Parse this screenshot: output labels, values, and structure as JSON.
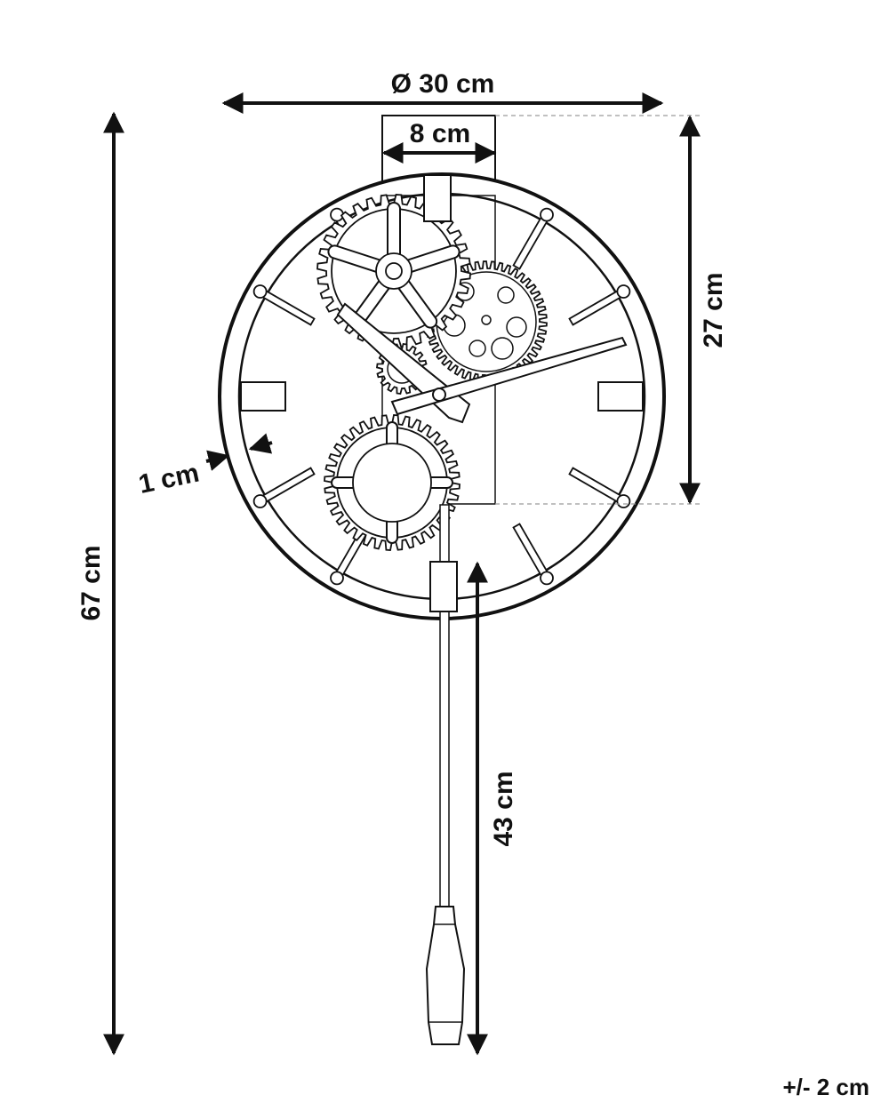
{
  "dimensions": {
    "diameter": "Ø 30 cm",
    "bracket_width": "8 cm",
    "bracket_height": "27 cm",
    "total_height": "67 cm",
    "rim_thickness": "1 cm",
    "pendulum_length": "43 cm"
  },
  "tolerance": "+/- 2 cm",
  "colors": {
    "line": "#111111",
    "part_fill": "#ffffff",
    "guide": "#9a9a9a"
  }
}
